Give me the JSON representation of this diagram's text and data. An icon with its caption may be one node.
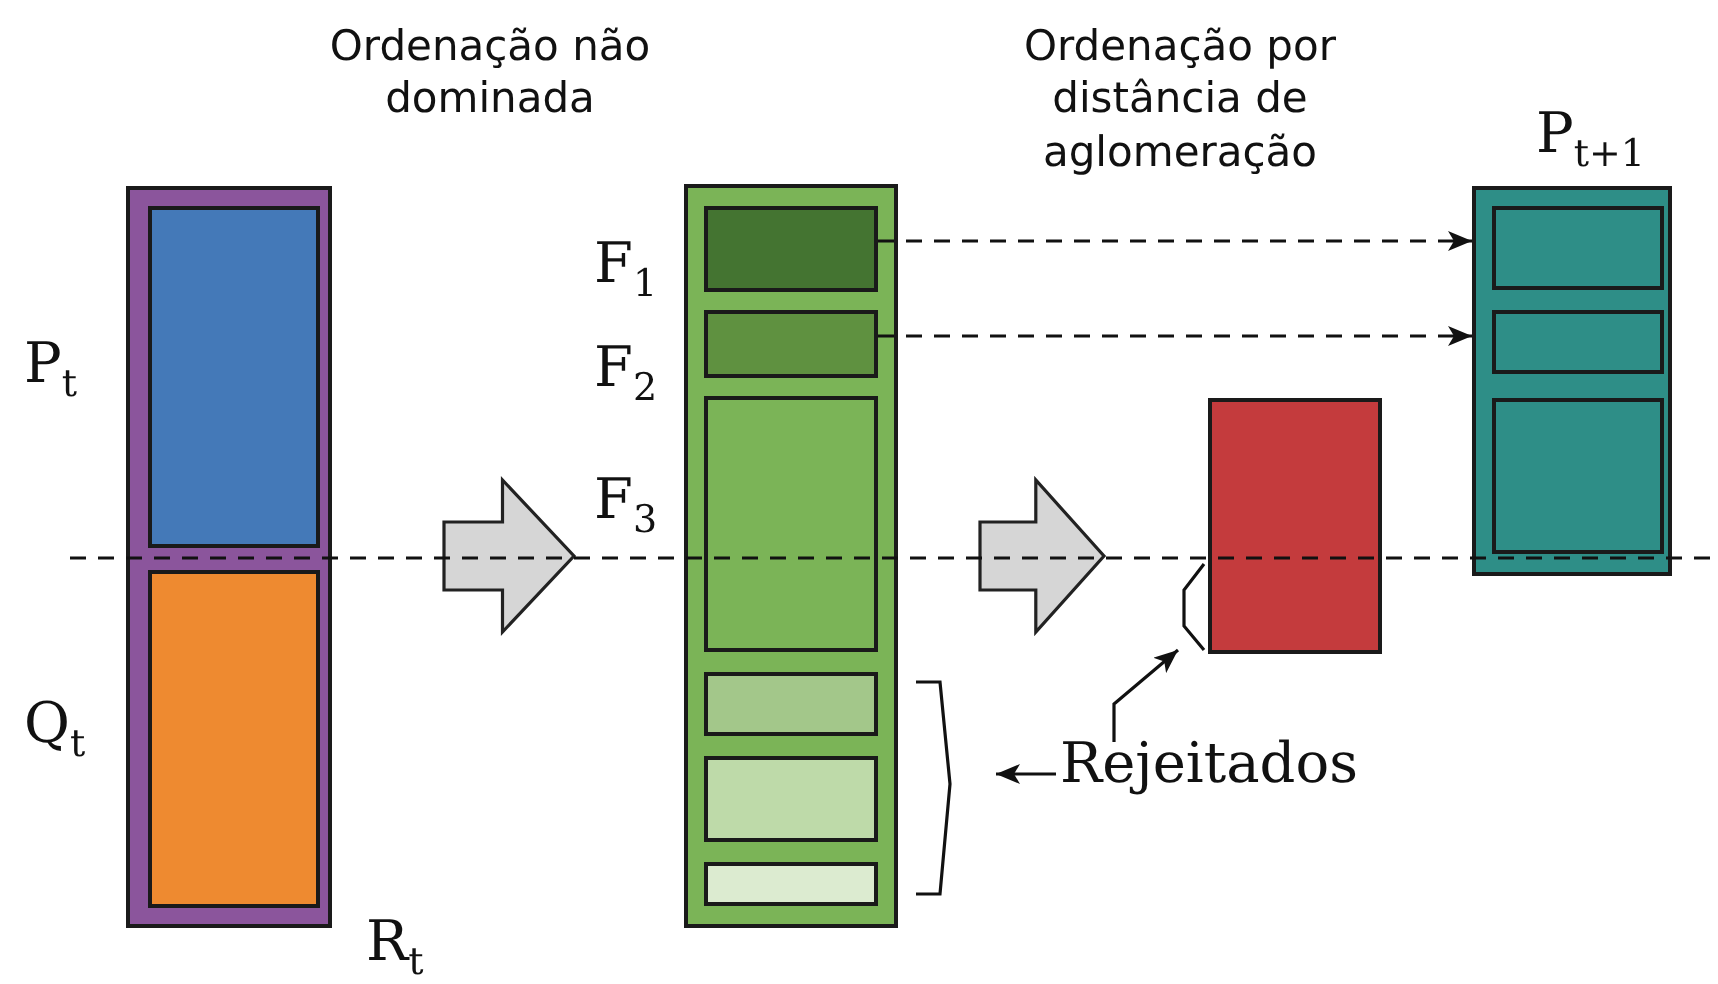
{
  "diagram": {
    "nodes": [
      {
        "text": [],
        "shape": "box",
        "beside": [
          "R$_{t}$"
        ]
      },
      {
        "text": [],
        "shape": "box",
        "in": 0,
        "beside": [
          "P$_{t}$"
        ]
      },
      {
        "text": [],
        "shape": "box",
        "in": 0,
        "beside": [
          "Q$_{t}$"
        ]
      },
      {
        "text": [],
        "shape": "box"
      },
      {
        "text": [],
        "shape": "box",
        "in": 3,
        "beside": [
          "F$_{1}$"
        ]
      },
      {
        "text": [],
        "shape": "box",
        "in": 3,
        "beside": [
          "F$_{2}$"
        ]
      },
      {
        "text": [],
        "shape": "box",
        "in": 3,
        "beside": [
          "F$_{3}$"
        ]
      },
      {
        "text": [],
        "shape": "box",
        "in": 3
      },
      {
        "text": [],
        "shape": "box",
        "in": 3
      },
      {
        "text": [],
        "shape": "box",
        "in": 3
      },
      {
        "text": [],
        "shape": "box"
      },
      {
        "text": [],
        "shape": "box",
        "beside": [
          "P$_{t+1}$"
        ]
      },
      {
        "text": [],
        "shape": "box",
        "in": 11
      },
      {
        "text": [],
        "shape": "box",
        "in": 11
      },
      {
        "text": [],
        "shape": "box",
        "in": 11
      },
      {
        "text": [
          "Rejeitados"
        ]
      }
    ],
    "edges": [
      {
        "from": 0,
        "to": 3,
        "arrow": "to",
        "style": "thick"
      },
      {
        "from": 3,
        "to": 10,
        "arrow": "to",
        "style": "thick"
      },
      {
        "from": 4,
        "to": 11,
        "arrow": "to",
        "style": "dashed"
      },
      {
        "from": 5,
        "to": 11,
        "arrow": "to",
        "style": "dashed"
      },
      {
        "from": 15,
        "to": null,
        "arrow": "to"
      },
      {
        "from": 15,
        "to": 10,
        "arrow": "to"
      }
    ],
    "labels": [
      "Ordenação não dominada",
      "Ordenação por distância de aglomeração"
    ]
  }
}
